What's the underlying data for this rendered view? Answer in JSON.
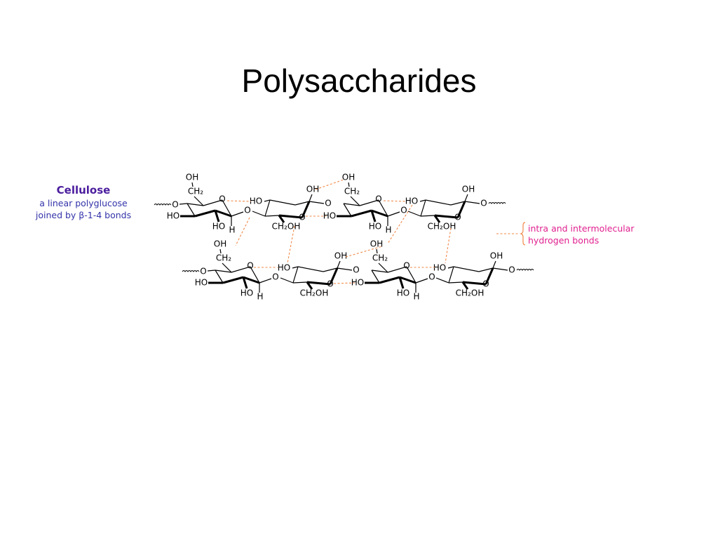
{
  "slide": {
    "title": "Polysaccharides"
  },
  "caption": {
    "heading": "Cellulose",
    "line1": "a linear polyglucose",
    "line2": "joined by β-1-4 bonds"
  },
  "legend": {
    "line1": "intra and intermolecular",
    "line2": "hydrogen bonds"
  },
  "atoms": {
    "OH": "OH",
    "HO": "HO",
    "CH2": "CH₂",
    "CH2OH": "CH₂OH",
    "O": "O",
    "H": "H"
  },
  "colors": {
    "hbond": "#f08a4b",
    "legend_text": "#e0208f",
    "heading": "#4b1d9e",
    "caption": "#3333aa"
  }
}
